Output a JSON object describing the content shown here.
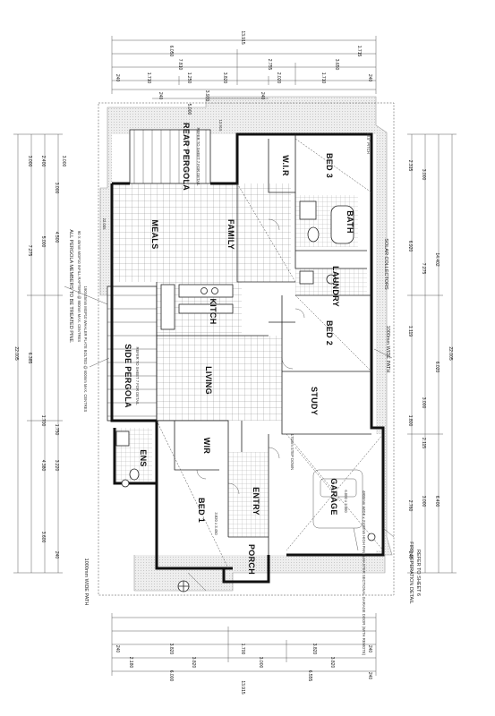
{
  "rooms": {
    "rear_pergola": "REAR PERGOLA",
    "rear_pergola_note": "REFER TO SHEET 7 FOR DETAIL",
    "meals": "MEALS",
    "family": "FAMILY",
    "kitch": "KITCH",
    "living": "LIVING",
    "side_pergola": "SIDE PERGOLA",
    "side_pergola_note": "REFER TO SHEET 7 FOR DETAIL",
    "ens": "ENS",
    "wir_bed1": "WIR",
    "bed1": "BED 1",
    "entry": "ENTRY",
    "porch": "PORCH",
    "garage": "GARAGE",
    "study": "STUDY",
    "bed2": "BED 2",
    "bed3": "BED 3",
    "bath": "BATH",
    "wir_bed3": "W.I.R",
    "laundry": "LAUNDRY"
  },
  "notes": {
    "pergola_members": "ALL PERGOLA MEMBERS TO BE TREATED PINE.",
    "pergola_spec1": "90 X 45mm MGP10 INFILL RAFTERS @ 900mm MAX. CENTRES",
    "pergola_spec2": "190X45mm MGP10 WHALER PLATE BOLTED @ 600mm MAX. CENTRES",
    "wide_path_left": "1000mm WIDE PATH",
    "wide_path_right": "1000mm WIDE PATH",
    "fire_separation": "FIRE SEPERATION DETAIL",
    "fire_refer": "REFER TO SHEET 6",
    "garage_door": "4800mm WIDE x 2100mm HIGH PANELMASTER SECTIONAL GARAGE DOOR (WITH REMOTE)",
    "step_down": "170mm STEP DOWN",
    "solar": "SOLAR COLLECTORS",
    "stair_lift": "STEP UP",
    "roof_note": "18.5° PITCH"
  },
  "dims": {
    "top_overall": "13.915",
    "top_row2": [
      "6.050",
      "1.715"
    ],
    "top_row3": [
      "7.810",
      "2.755",
      "3.650"
    ],
    "top_row4": [
      "240",
      "1.710",
      "1.250",
      "3.820",
      "2.020",
      "1.710",
      "240"
    ],
    "top_row5": [
      "240",
      "3.970",
      "240"
    ],
    "top_row6": [
      "5.000",
      "3.000"
    ],
    "bottom_overall": "13.915",
    "bottom_row2": [
      "6.000",
      "6.555",
      "240"
    ],
    "bottom_row3": [
      "2.180",
      "3.820",
      "3.000",
      "3.820"
    ],
    "bottom_row4": [
      "240",
      "3.820",
      "1.700",
      "3.820",
      "240"
    ],
    "left_overall": "22.005",
    "left_row2": [
      "6.385",
      "7.275",
      "3.000"
    ],
    "left_row3": [
      "3.600",
      "4.380",
      "1.700",
      "5.000",
      "2.400"
    ],
    "left_row4": [
      "240",
      "3.220",
      "1.750",
      "4.500",
      "3.000"
    ],
    "right_overall": "22.005",
    "right_row2": [
      "6.400",
      "6.020",
      "14.402"
    ],
    "right_row3": [
      "3.000",
      "2.115",
      "3.000",
      "7.275",
      "3.000"
    ],
    "right_row4": [
      "240",
      "2.760",
      "1.800",
      "1.119",
      "6.920",
      "2.315"
    ]
  },
  "wall_labels": {
    "w1": "13.915",
    "w2": "22.005",
    "bed1_size": "3.820 x 3.450",
    "garage_size": "6.000 x 3.000"
  }
}
